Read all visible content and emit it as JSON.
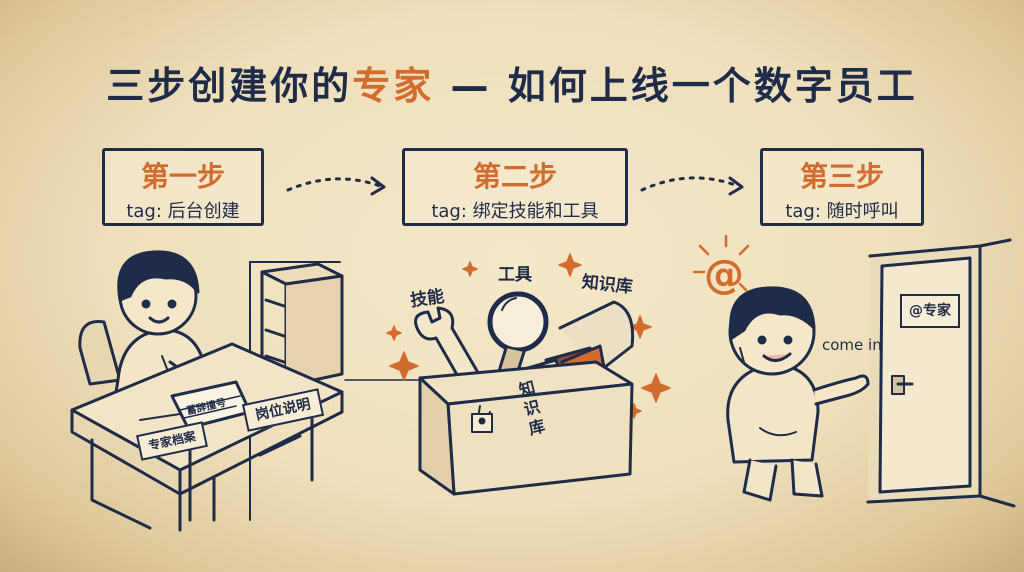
{
  "title": {
    "prefix": "三步创建你的",
    "highlight": "专家",
    "suffix": " — 如何上线一个数字员工"
  },
  "steps": [
    {
      "title": "第一步",
      "tag": "tag: 后台创建"
    },
    {
      "title": "第二步",
      "tag": "tag: 绑定技能和工具"
    },
    {
      "title": "第三步",
      "tag": "tag: 随时呼叫"
    }
  ],
  "scene1": {
    "paper_label": "岗位说明",
    "folder_label": "专家档案",
    "clipboard_text": "蓄辞撞号"
  },
  "scene2": {
    "skills_label": "技能",
    "tools_label": "工具",
    "knowledge_label": "知识库",
    "book_text": "知识库"
  },
  "scene3": {
    "at_symbol": "@",
    "speech": "come in",
    "door_sign": "@专家"
  },
  "colors": {
    "accent": "#d26c2c",
    "ink": "#1e2c4a",
    "paper": "#efe0bf"
  }
}
